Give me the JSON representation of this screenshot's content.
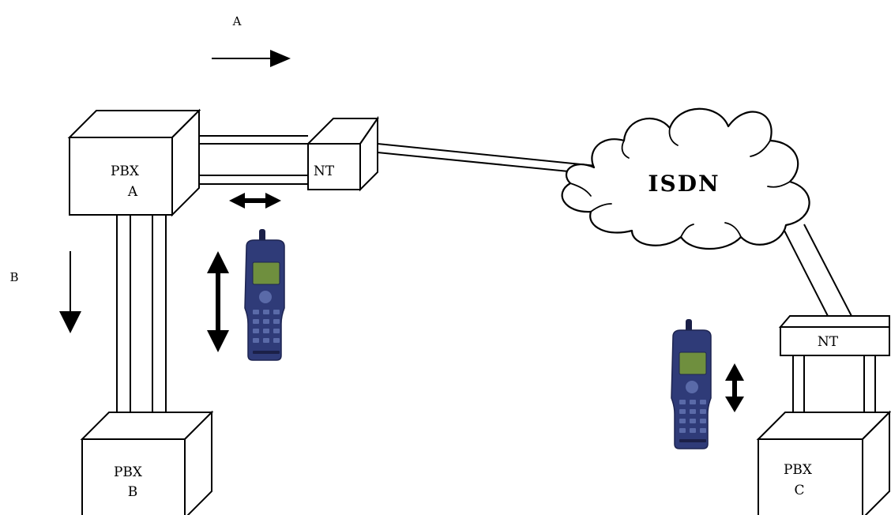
{
  "diagram": {
    "pbx_a": {
      "line1": "PBX",
      "line2": "A"
    },
    "pbx_b": {
      "line1": "PBX",
      "line2": "B"
    },
    "pbx_c": {
      "line1": "PBX",
      "line2": "C"
    },
    "nt_top": "NT",
    "nt_right": "NT",
    "cloud_label": "ISDN",
    "direction_a": "A",
    "direction_b": "B"
  },
  "colors": {
    "line": "#000000",
    "background": "#ffffff",
    "tester_body": "#2f3b78",
    "tester_screen": "#6f8f3e"
  },
  "icons": {
    "tester": "handheld-tester-icon",
    "double_arrow": "double-arrow-icon",
    "arrow": "arrow-icon"
  }
}
